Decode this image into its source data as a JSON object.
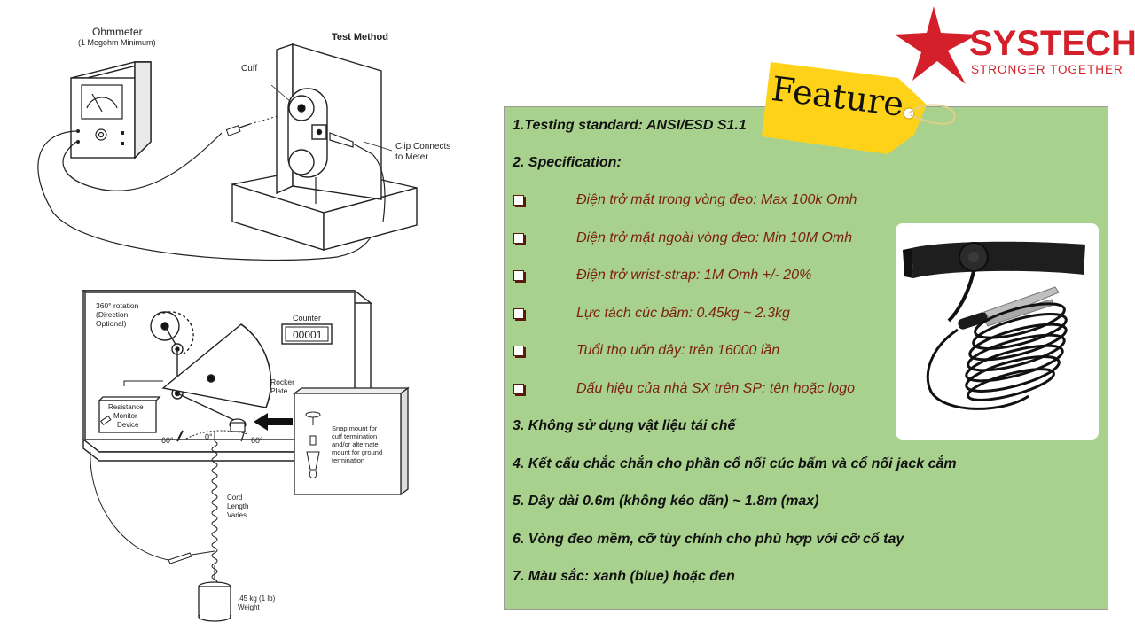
{
  "top_diagram": {
    "ohmmeter_title": "Ohmmeter",
    "ohmmeter_subtitle": "(1 Megohm Minimum)",
    "test_method": "Test Method",
    "cuff": "Cuff",
    "clip_line1": "Clip Connects",
    "clip_line2": "to Meter"
  },
  "bottom_diagram": {
    "rotation_line1": "360° rotation",
    "rotation_line2": "(Direction",
    "rotation_line3": "Optional)",
    "counter_label": "Counter",
    "counter_value": "00001",
    "rocker_line1": "Rocker",
    "rocker_line2": "Plate",
    "monitor_line1": "Resistance",
    "monitor_line2": "Monitor",
    "monitor_line3": "Device",
    "angle_left": "60°",
    "angle_center": "0°",
    "angle_right": "60°",
    "snap_line1": "Snap mount for",
    "snap_line2": "cuff termination",
    "snap_line3": "and/or alternate",
    "snap_line4": "mount for ground",
    "snap_line5": "termination",
    "cord_line1": "Cord",
    "cord_line2": "Length",
    "cord_line3": "Varies",
    "weight_line1": ".45 kg (1 lb)",
    "weight_line2": "Weight"
  },
  "logo": {
    "name": "SYSTECH",
    "tagline": "STRONGER TOGETHER"
  },
  "tag": {
    "label": "Feature"
  },
  "panel": {
    "line1": "1.Testing standard: ANSI/ESD S1.1",
    "line2": "2. Specification:",
    "spec_items": [
      "Điện trở mặt trong vòng đeo: Max 100k Omh",
      "Điện trở mặt ngoài vòng đeo: Min 10M Omh",
      "Điện trở wrist-strap: 1M Omh +/- 20%",
      "Lực tách cúc bấm: 0.45kg ~ 2.3kg",
      "Tuổi thọ uốn dây: trên 16000 lần",
      "Dấu hiệu của nhà SX trên SP: tên hoặc logo"
    ],
    "line3": "3. Không sử dụng vật liệu tái chế",
    "line4": "4. Kết cấu chắc chắn cho phần cổ nối cúc bấm và cổ nối jack cắm",
    "line5": "5. Dây dài 0.6m (không kéo dãn) ~ 1.8m (max)",
    "line6": "6. Vòng đeo mềm, cỡ tùy chỉnh cho phù hợp với cỡ cổ tay",
    "line7": "7. Màu sắc: xanh (blue) hoặc đen"
  },
  "colors": {
    "panel_bg": "#a9d18e",
    "logo_red": "#d4202a",
    "tag_yellow": "#ffd21a",
    "spec_text": "#7a1f12"
  }
}
